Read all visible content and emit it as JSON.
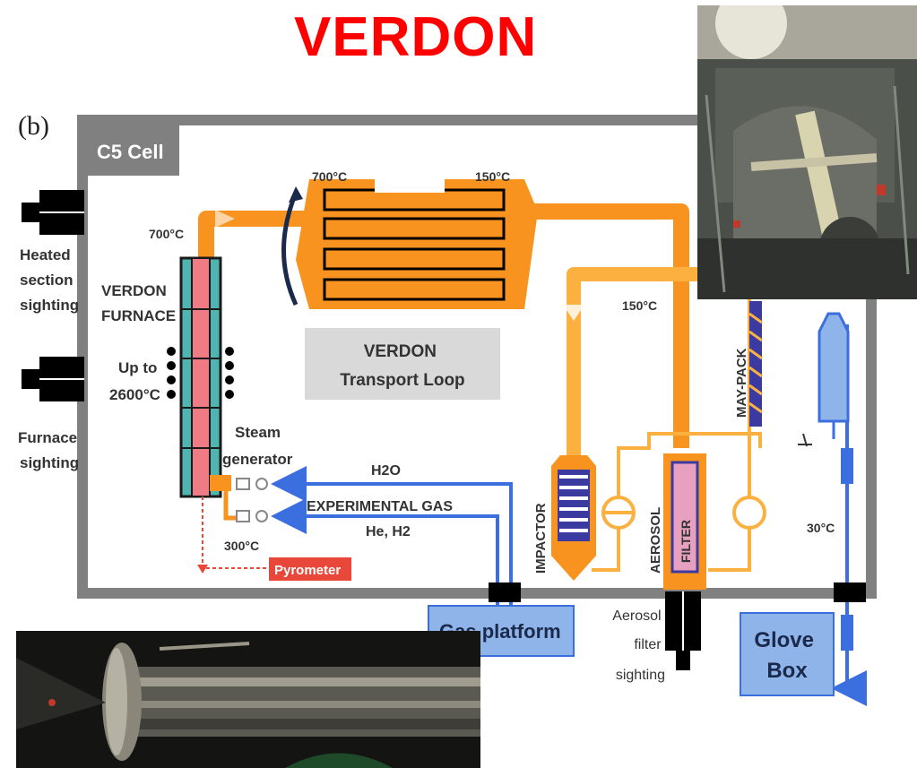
{
  "title": "VERDON",
  "panel_label": "(b)",
  "cell_label": "C5 Cell",
  "labels": {
    "heated_section_sighting": [
      "Heated",
      "section",
      "sighting"
    ],
    "furnace_sighting": [
      "Furnace",
      "sighting"
    ],
    "verdon_furnace": [
      "VERDON",
      "FURNACE"
    ],
    "up_to": [
      "Up to",
      "2600°C"
    ],
    "steam_generator": [
      "Steam",
      "generator"
    ],
    "temp_700_left": "700°C",
    "temp_700_top": "700°C",
    "temp_150_top": "150°C",
    "temp_150_right": "150°C",
    "temp_300": "300°C",
    "temp_30": "30°C",
    "transport_loop": [
      "VERDON",
      "Transport Loop"
    ],
    "h2o": "H2O",
    "experimental_gas": "EXPERIMENTAL GAS",
    "he_h2": "He, H2",
    "pyrometer": "Pyrometer",
    "impactor": "IMPACTOR",
    "aerosol": "AEROSOL",
    "filter": "FILTER",
    "may_pack": "MAY-PACK",
    "gas_platform": "Gas platform",
    "aerosol_filter_sighting": [
      "Aerosol",
      "filter",
      "sighting"
    ],
    "glove_box": [
      "Glove",
      "Box"
    ]
  },
  "colors": {
    "title": "#ff0000",
    "orange_pipe": "#f7931e",
    "light_orange_pipe": "#fbb040",
    "blue_pipe": "#3b6fe0",
    "cell_border": "#808080",
    "label_box": "#d9d9d9",
    "glove_box": "#8fb4ea",
    "pyrometer": "#e8473a"
  }
}
